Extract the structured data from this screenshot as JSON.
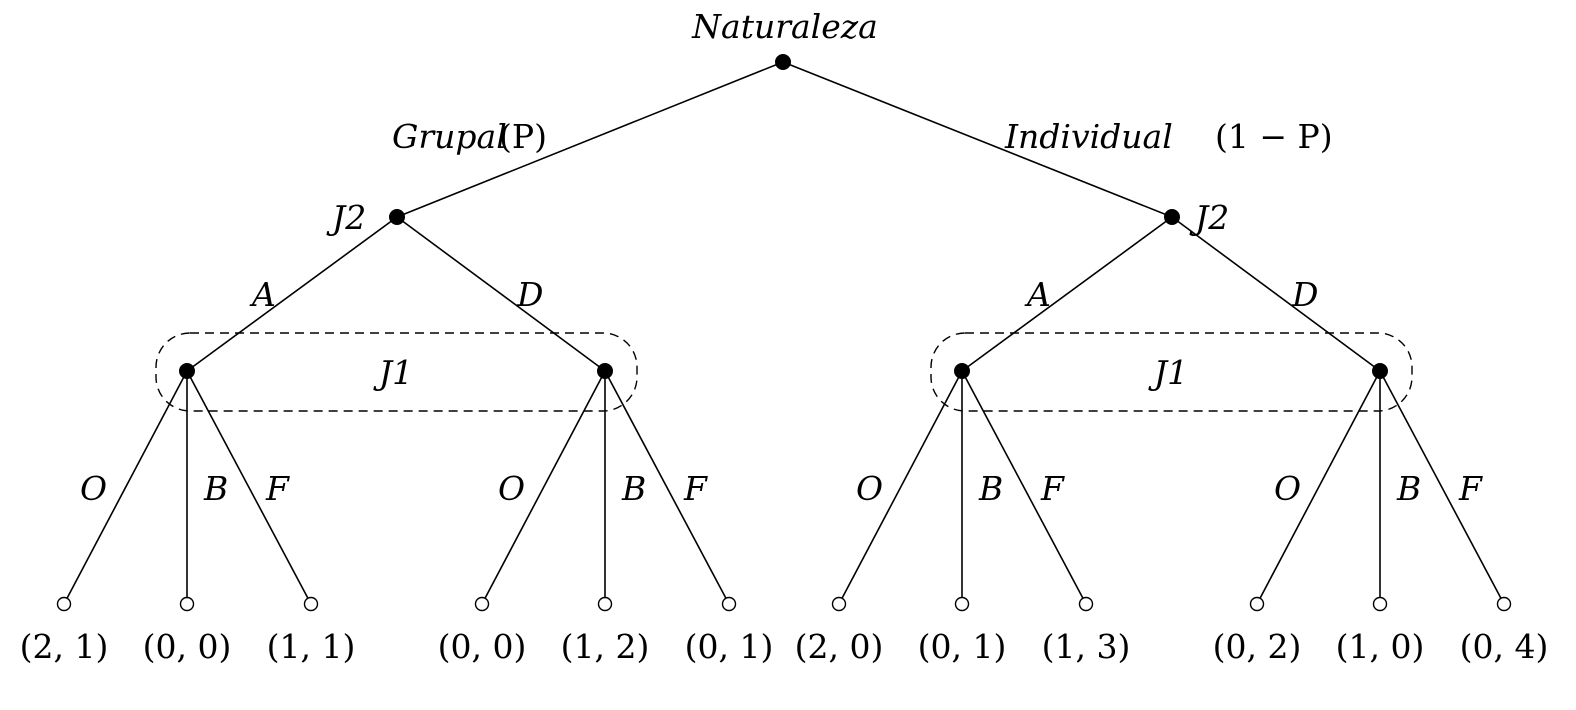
{
  "root_label": "Naturaleza",
  "branches": {
    "grupal": {
      "name": "Grupal",
      "prob": "(P)"
    },
    "individual": {
      "name": "Individual",
      "prob": "(1 − P)"
    }
  },
  "player2": {
    "left": "J2",
    "right": "J2"
  },
  "player2_actions": {
    "a": "A",
    "d": "D"
  },
  "player1": {
    "left": "J1",
    "right": "J1"
  },
  "player1_actions": {
    "o": "O",
    "b": "B",
    "f": "F"
  },
  "payoffs": [
    "(2, 1)",
    "(0, 0)",
    "(1, 1)",
    "(0, 0)",
    "(1, 2)",
    "(0, 1)",
    "(2, 0)",
    "(0, 1)",
    "(1, 3)",
    "(0, 2)",
    "(1, 0)",
    "(0, 4)"
  ]
}
